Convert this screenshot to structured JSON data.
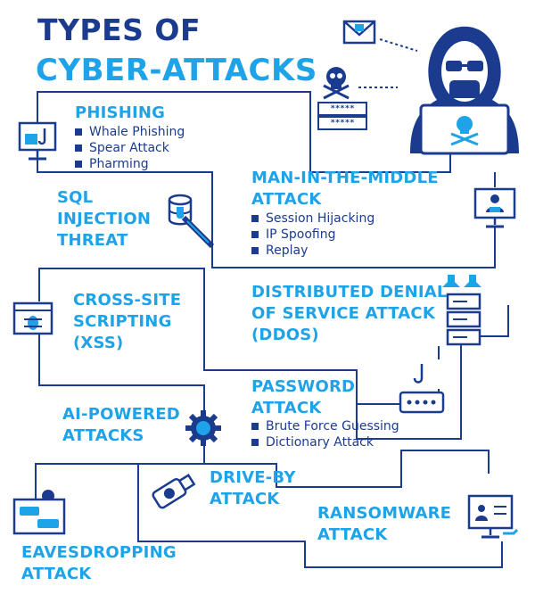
{
  "title": {
    "line1": "TYPES OF",
    "line2": "CYBER-ATTACKS"
  },
  "colors": {
    "navy": "#1b3b8f",
    "accent": "#1fa3e8",
    "path": "#1b3b8f"
  },
  "attacks": [
    {
      "name": "PHISHING",
      "icon": "computer-phishing-icon",
      "items": [
        "Whale Phishing",
        "Spear Attack",
        "Pharming"
      ]
    },
    {
      "name": "MAN-IN-THE-MIDDLE\nATTACK",
      "icon": "hacker-laptop-icon",
      "items": [
        "Session Hijacking",
        "IP Spoofing",
        "Replay"
      ]
    },
    {
      "name": "SQL\nINJECTION\nTHREAT",
      "icon": "database-syringe-icon",
      "items": []
    },
    {
      "name": "CROSS-SITE\nSCRIPTING\n(XSS)",
      "icon": "browser-bug-icon",
      "items": []
    },
    {
      "name": "DISTRIBUTED DENIAL\nOF SERVICE ATTACK\n(DDOS)",
      "icon": "server-attack-icon",
      "items": []
    },
    {
      "name": "PASSWORD\nATTACK",
      "icon": "password-hook-icon",
      "items": [
        "Brute Force Guessing",
        "Dictionary Attack"
      ]
    },
    {
      "name": "AI-POWERED\nATTACKS",
      "icon": "ai-gear-icon",
      "items": []
    },
    {
      "name": "DRIVE-BY\nATTACK",
      "icon": "usb-skull-icon",
      "items": []
    },
    {
      "name": "RANSOMWARE\nATTACK",
      "icon": "ransomware-monitor-icon",
      "items": []
    },
    {
      "name": "EAVESDROPPING\nATTACK",
      "icon": "eavesdropping-chat-icon",
      "items": []
    }
  ],
  "hero": {
    "icon": "hooded-hacker-icon",
    "password_mask": "*****"
  }
}
